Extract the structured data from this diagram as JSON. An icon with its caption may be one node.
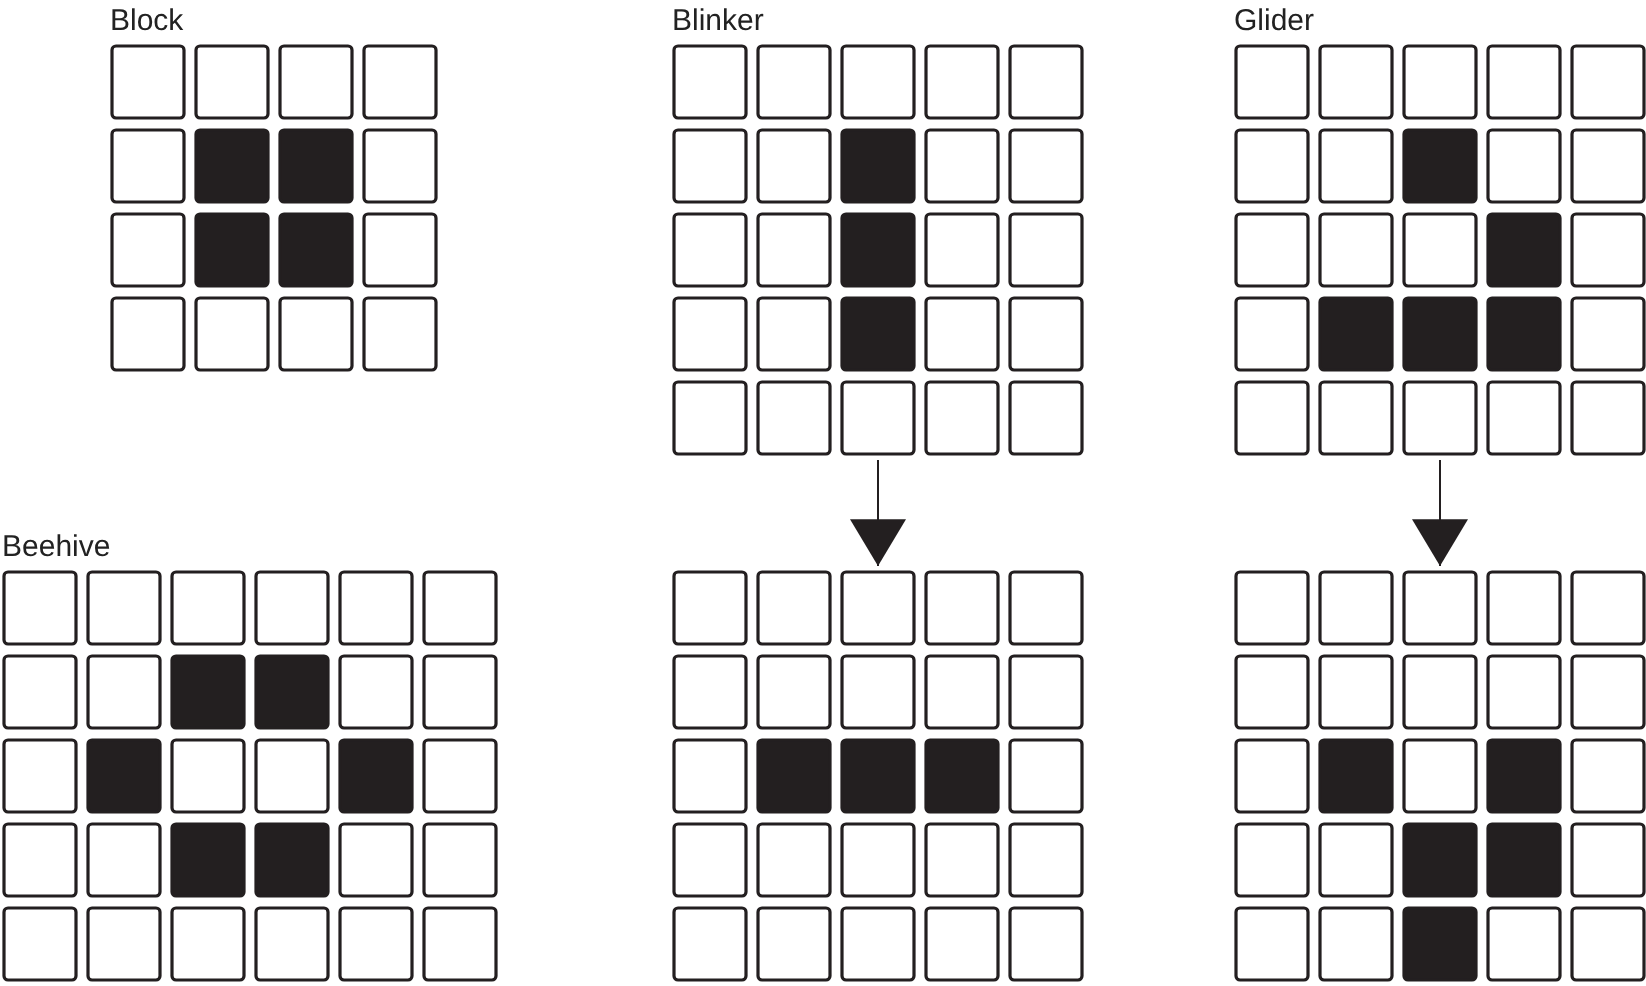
{
  "diagram": {
    "nodes": [
      {
        "text": [
          "Block"
        ]
      },
      {
        "text": [
          "Blinker"
        ]
      },
      {
        "text": [
          "Glider"
        ]
      },
      {
        "text": [
          "Beehive"
        ]
      },
      {
        "text": [],
        "shape": "box"
      },
      {
        "text": [],
        "shape": "box"
      }
    ],
    "edges": [
      {
        "from": 1,
        "to": 4,
        "arrow": "to"
      },
      {
        "from": 2,
        "to": 5,
        "arrow": "to"
      }
    ]
  }
}
